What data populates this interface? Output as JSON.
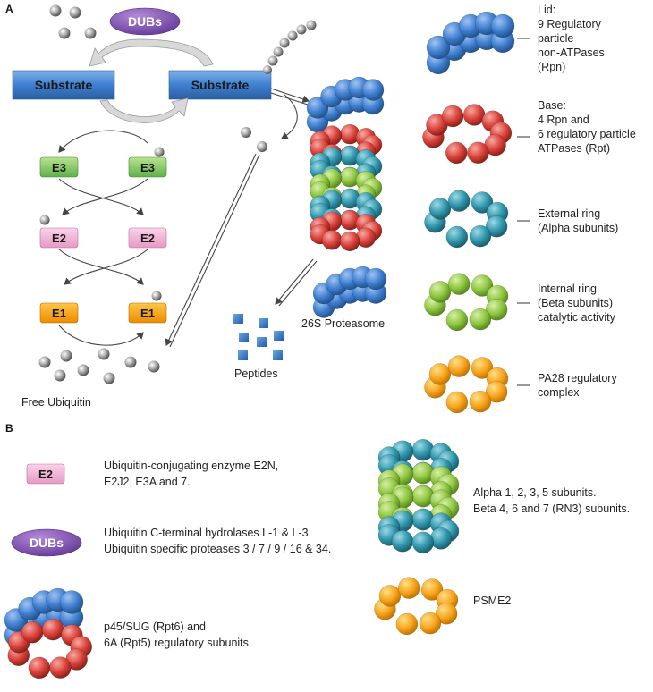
{
  "panel_a": {
    "label": "A",
    "dubs": "DUBs",
    "substrate_left": "Substrate",
    "substrate_right": "Substrate",
    "e3_left": "E3",
    "e3_right": "E3",
    "e2_left": "E2",
    "e2_right": "E2",
    "e1_left": "E1",
    "e1_right": "E1",
    "free_ubiquitin": "Free Ubiquitin",
    "peptides": "Peptides",
    "proteasome": "26S Proteasome"
  },
  "legend": [
    {
      "lines": [
        "Lid:",
        "9 Regulatory",
        "particle",
        "non-ATPases",
        "(Rpn)"
      ],
      "color": "#3f7fd0"
    },
    {
      "lines": [
        "Base:",
        "4 Rpn and",
        "6 regulatory particle",
        "ATPases (Rpt)"
      ],
      "color": "#d94139"
    },
    {
      "lines": [
        "External ring",
        "(Alpha subunits)"
      ],
      "color": "#2f96ac"
    },
    {
      "lines": [
        "Internal ring",
        "(Beta subunits)",
        "catalytic activity"
      ],
      "color": "#8dc63f"
    },
    {
      "lines": [
        "PA28 regulatory",
        "complex"
      ],
      "color": "#f7a41d"
    }
  ],
  "panel_b": {
    "label": "B",
    "e2_box": "E2",
    "dubs_box": "DUBs",
    "e2_text": [
      "Ubiquitin-conjugating enzyme E2N,",
      "E2J2, E3A and 7."
    ],
    "dubs_text": [
      "Ubiquitin C-terminal hydrolases L-1 & L-3.",
      "Ubiquitin specific proteases 3 / 7 / 9 / 16 & 34."
    ],
    "rpt_text": [
      "p45/SUG (Rpt6) and",
      "6A (Rpt5) regulatory subunits."
    ],
    "alpha_beta_text": [
      "Alpha 1, 2, 3, 5 subunits.",
      "Beta 4, 6 and 7 (RN3) subunits."
    ],
    "psme2_text": "PSME2"
  }
}
